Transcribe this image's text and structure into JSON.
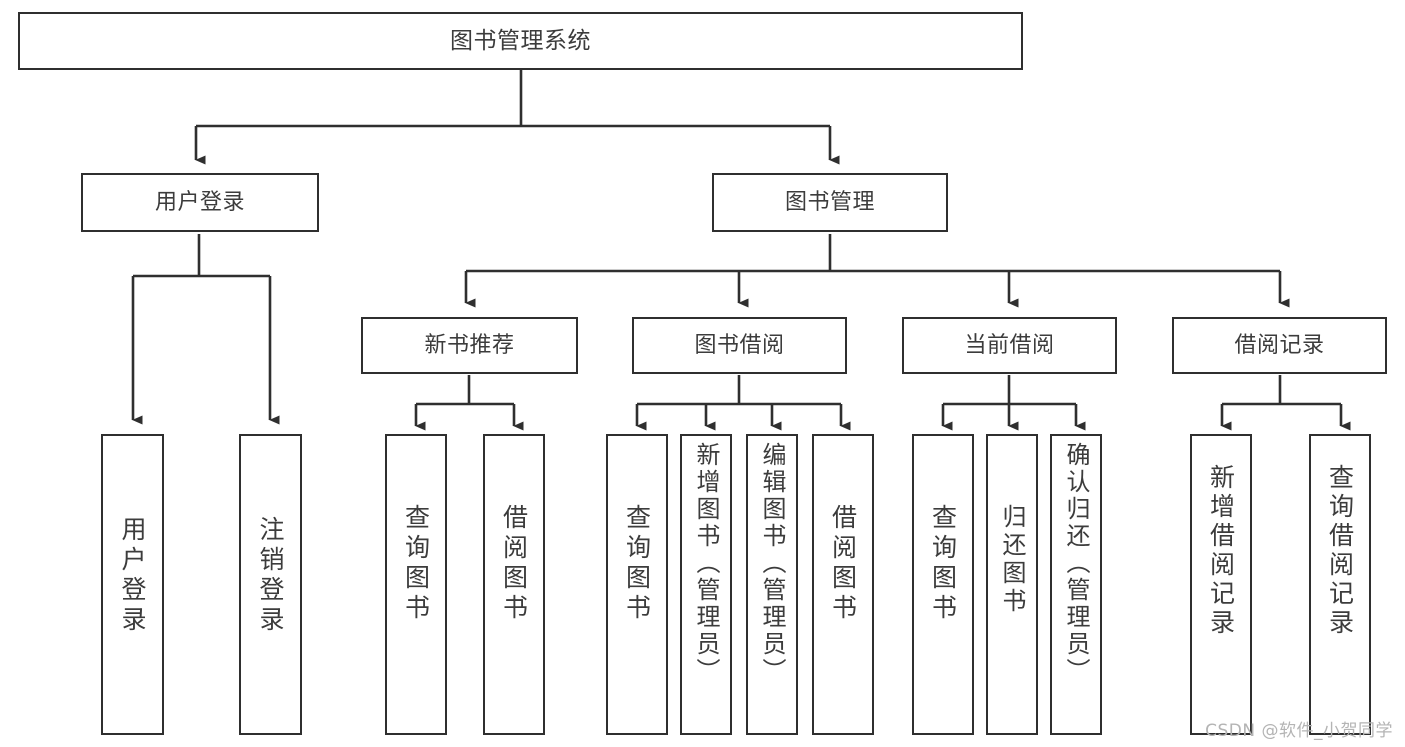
{
  "diagram": {
    "title": "图书管理系统",
    "type": "tree-hierarchy-diagram",
    "colors": {
      "background": "#ffffff",
      "box_border": "#2f2f2f",
      "box_fill": "#ffffff",
      "text": "#3c3c3c",
      "connector": "#2f2f2f",
      "watermark": "#b4b4b4"
    },
    "root": {
      "label": "图书管理系统"
    },
    "level1": [
      {
        "key": "user_login",
        "label": "用户登录"
      },
      {
        "key": "book_manage",
        "label": "图书管理"
      }
    ],
    "level2": [
      {
        "key": "new_book_rec",
        "label": "新书推荐",
        "parent": "book_manage"
      },
      {
        "key": "book_borrow",
        "label": "图书借阅",
        "parent": "book_manage"
      },
      {
        "key": "current_borrow",
        "label": "当前借阅",
        "parent": "book_manage"
      },
      {
        "key": "borrow_record",
        "label": "借阅记录",
        "parent": "book_manage"
      }
    ],
    "leaves": [
      {
        "key": "leaf_user_login",
        "label": "用户登录",
        "parent": "user_login"
      },
      {
        "key": "leaf_logout",
        "label": "注销登录",
        "parent": "user_login"
      },
      {
        "key": "leaf_query_book_1",
        "label": "查询图书",
        "parent": "new_book_rec"
      },
      {
        "key": "leaf_borrow_book_1",
        "label": "借阅图书",
        "parent": "new_book_rec"
      },
      {
        "key": "leaf_query_book_2",
        "label": "查询图书",
        "parent": "book_borrow"
      },
      {
        "key": "leaf_add_book",
        "label": "新增图书（管理员）",
        "parent": "book_borrow"
      },
      {
        "key": "leaf_edit_book",
        "label": "编辑图书（管理员）",
        "parent": "book_borrow"
      },
      {
        "key": "leaf_borrow_book_2",
        "label": "借阅图书",
        "parent": "book_borrow"
      },
      {
        "key": "leaf_query_book_3",
        "label": "查询图书",
        "parent": "current_borrow"
      },
      {
        "key": "leaf_return_book",
        "label": "归还图书",
        "parent": "current_borrow"
      },
      {
        "key": "leaf_confirm_return",
        "label": "确认归还（管理员）",
        "parent": "current_borrow"
      },
      {
        "key": "leaf_add_record",
        "label": "新增借阅记录",
        "parent": "borrow_record"
      },
      {
        "key": "leaf_query_record",
        "label": "查询借阅记录",
        "parent": "borrow_record"
      }
    ],
    "watermark": "CSDN @软件_小贺同学"
  }
}
